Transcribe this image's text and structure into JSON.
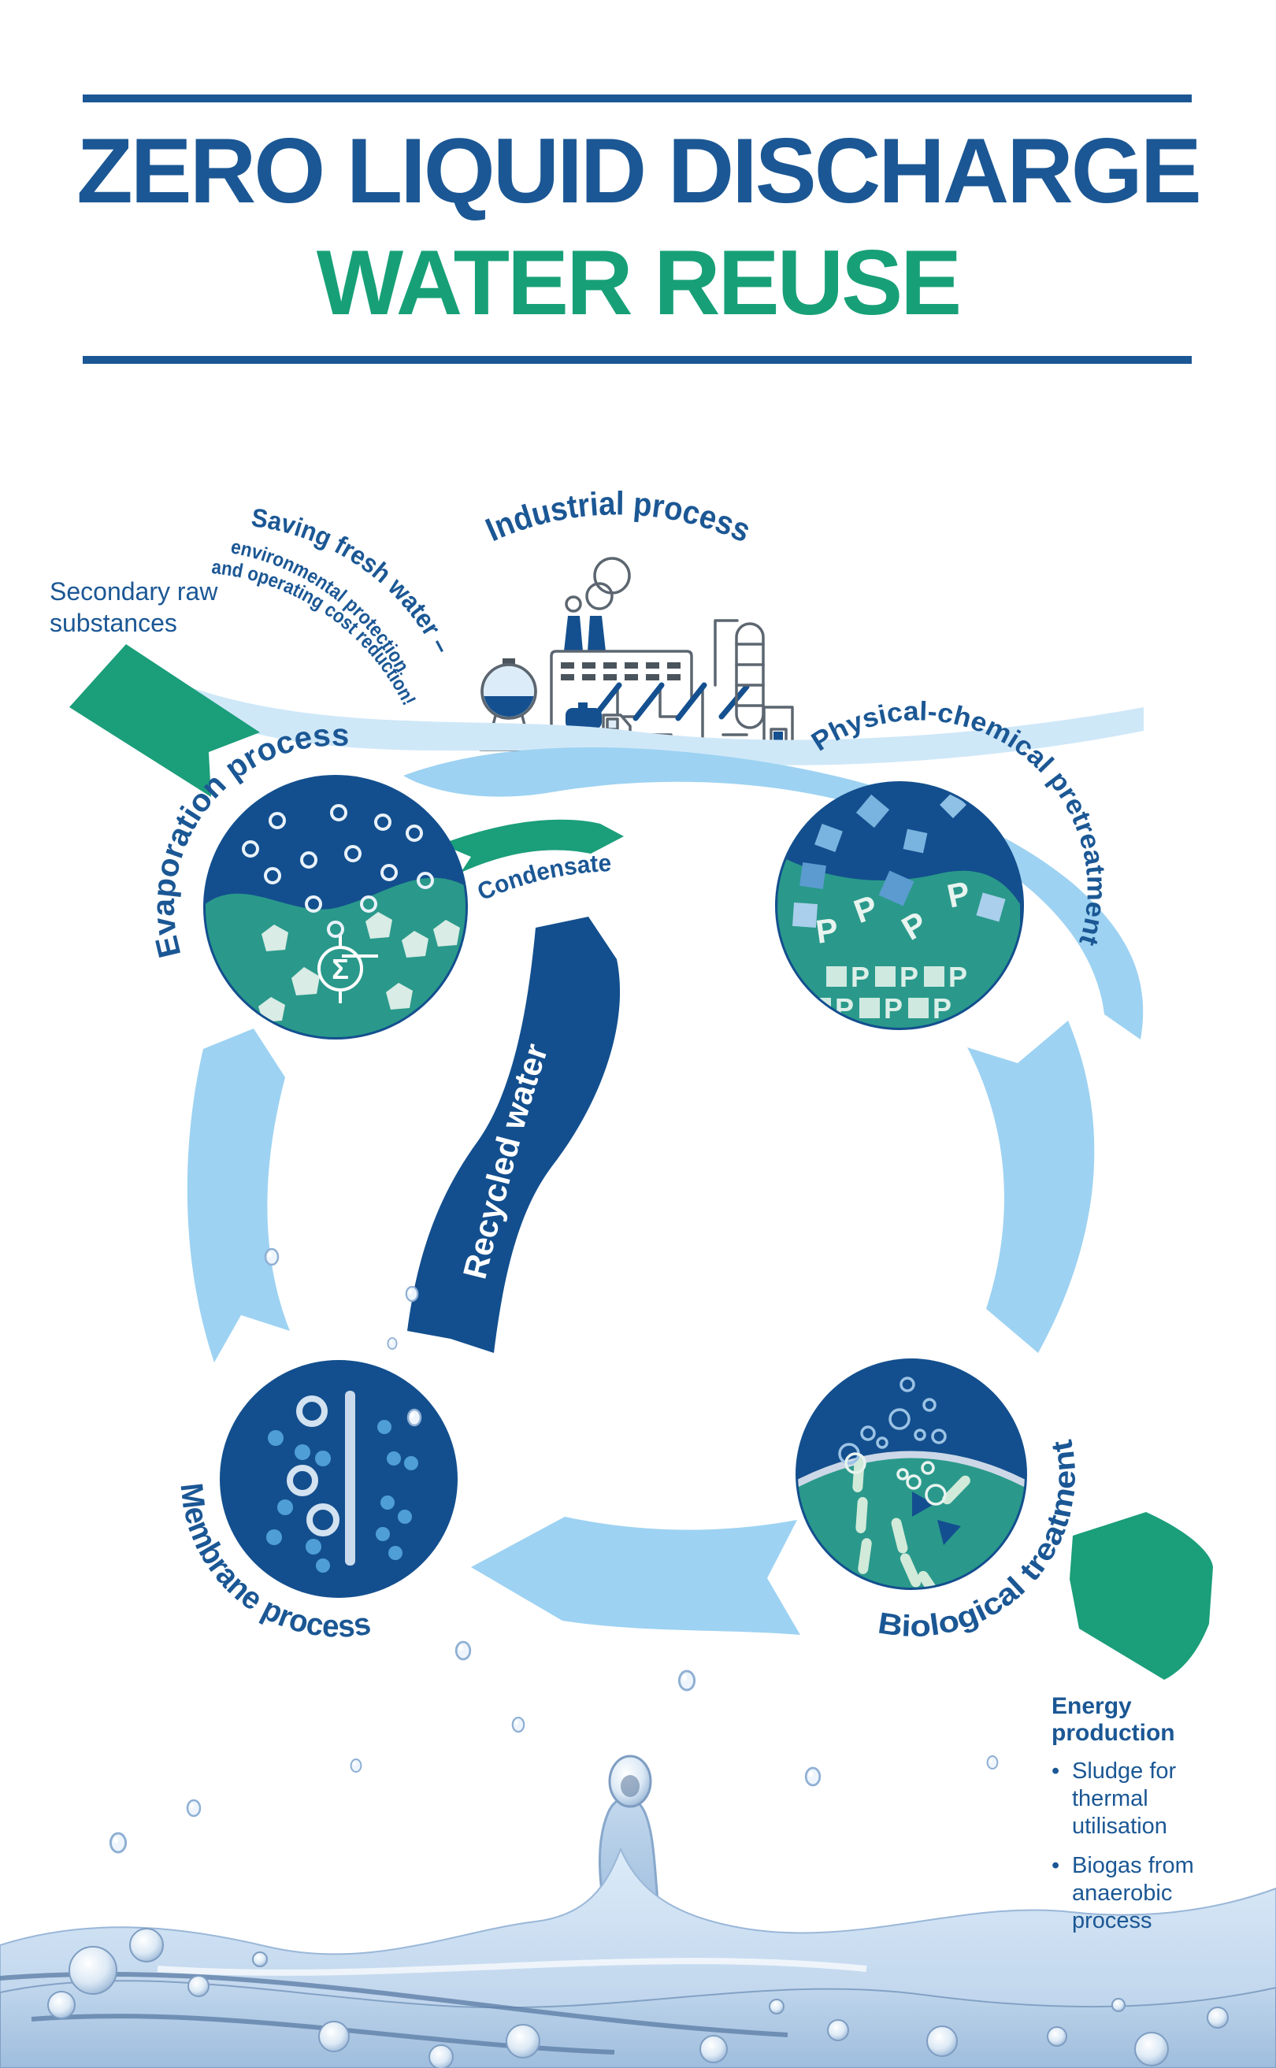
{
  "header": {
    "title_line1": "ZERO LIQUID DISCHARGE",
    "title_line2": "WATER REUSE"
  },
  "cycle": {
    "industrial": "Industrial process",
    "evaporation": "Evaporation process",
    "physical_chemical": "Physical-chemical pretreatment",
    "biological": "Biological treatment",
    "membrane": "Membrane process",
    "condensate": "Condensate",
    "recycled_water": "Recycled water",
    "secondary_raw_line1": "Secondary raw",
    "secondary_raw_line2": "substances",
    "saving_line1": "Saving fresh water –",
    "saving_line2": "environmental protection",
    "saving_line3": "and operating cost reduction!"
  },
  "energy": {
    "heading": "Energy production",
    "bullet_glyph": "•",
    "bullet1_line1": "Sludge for",
    "bullet1_line2": "thermal utilisation",
    "bullet2_line1": "Biogas from",
    "bullet2_line2": "anaerobic process"
  },
  "symbols": {
    "sigma": "Σ",
    "floc": "P"
  },
  "colors": {
    "text_blue": "#1b5794",
    "dark_blue": "#134f8e",
    "accent_green": "#1b9e7a",
    "title_green": "#17a077",
    "teal_liquid": "#2a998b",
    "light_blue_band": "#9dd2f2",
    "pale_blue_band": "#cfe8f8",
    "pale_mint": "#d9ece5"
  }
}
